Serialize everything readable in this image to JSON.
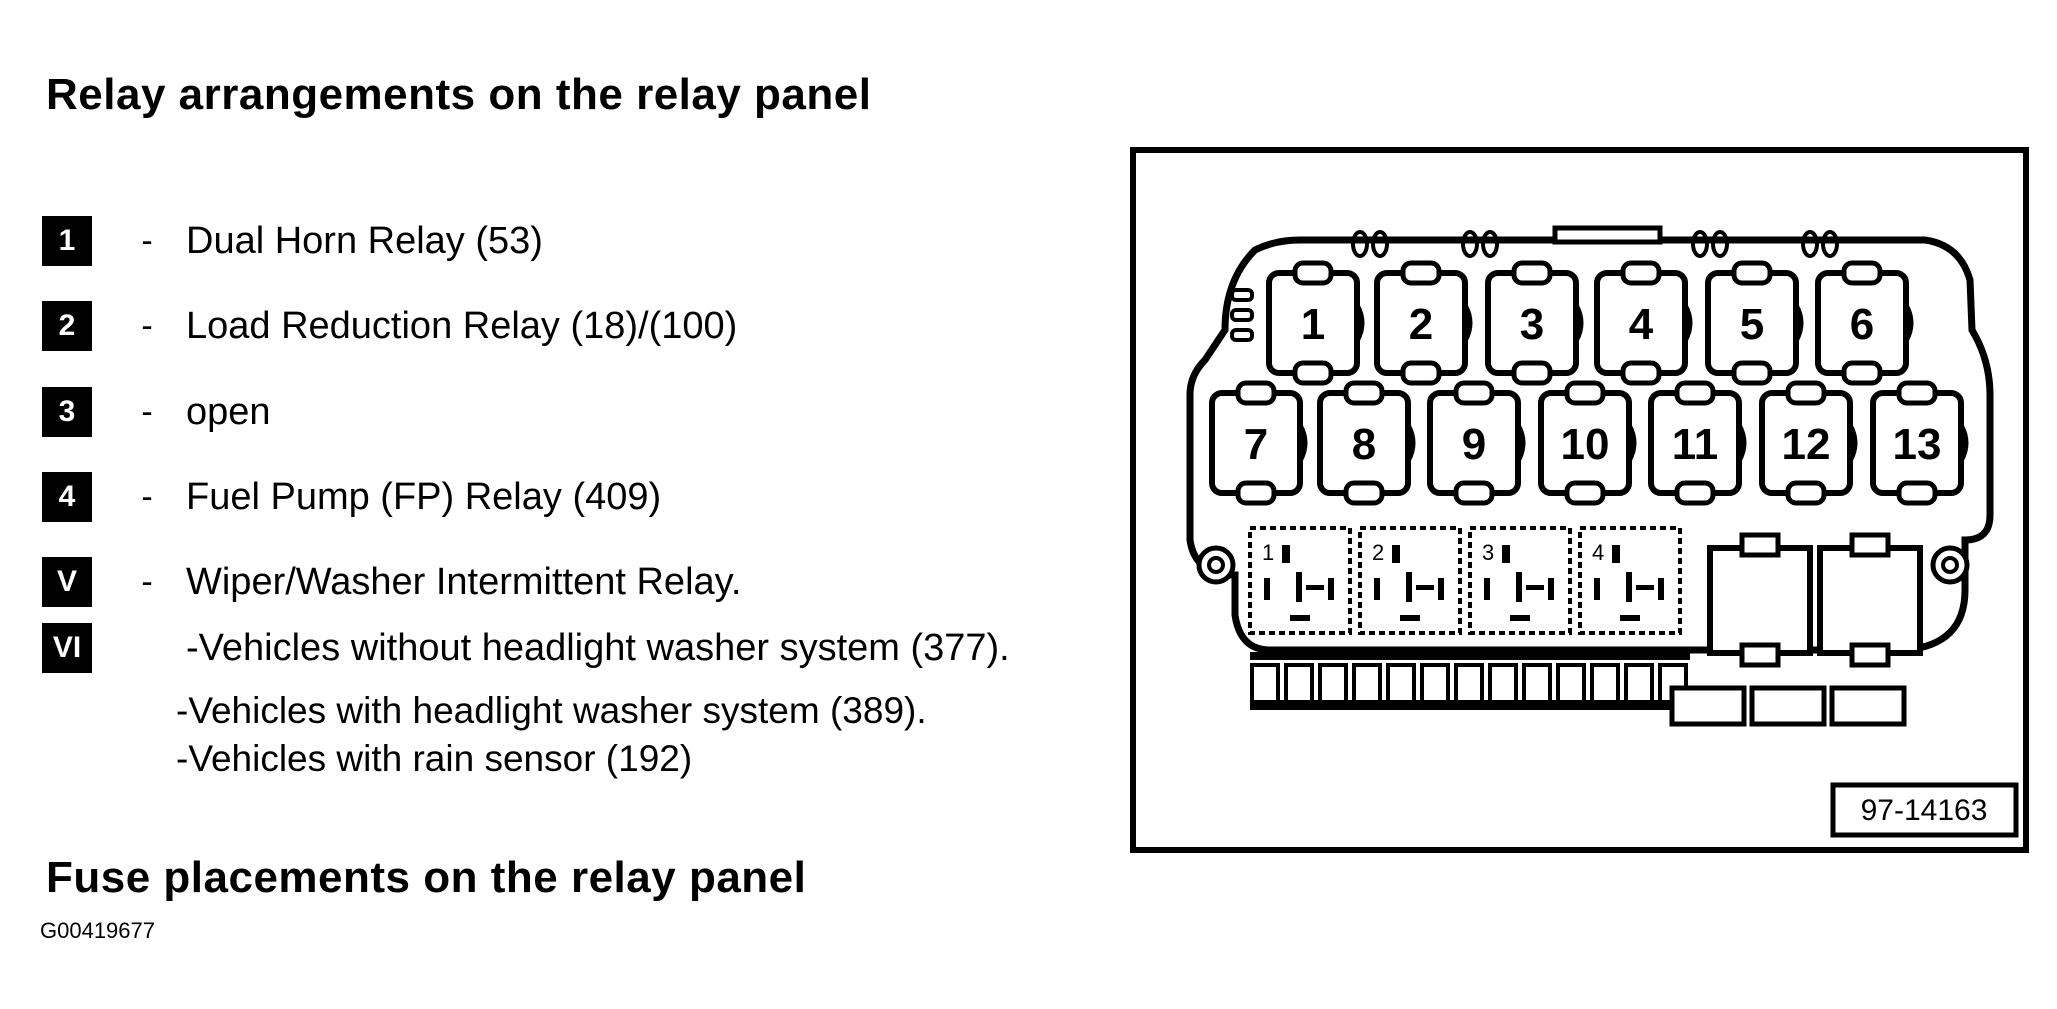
{
  "title_relay": "Relay arrangements on the relay panel",
  "title_fuse": "Fuse placements on the relay panel",
  "caption": "G00419677",
  "legend": [
    {
      "badge": "1",
      "dash": "-",
      "text": "Dual Horn Relay (53)"
    },
    {
      "badge": "2",
      "dash": "-",
      "text": "Load Reduction Relay (18)/(100)"
    },
    {
      "badge": "3",
      "dash": "-",
      "text": "open"
    },
    {
      "badge": "4",
      "dash": "-",
      "text": "Fuel Pump (FP) Relay (409)"
    },
    {
      "badge": "V",
      "dash": "-",
      "text": "Wiper/Washer Intermittent Relay."
    },
    {
      "badge": "VI",
      "dash": "",
      "text": "-Vehicles without headlight washer system (377)."
    }
  ],
  "sublines": [
    "-Vehicles with headlight washer system (389).",
    "-Vehicles with rain sensor (192)"
  ],
  "diagram": {
    "ref_number": "97-14163",
    "top_row_labels": [
      "1",
      "2",
      "3",
      "4",
      "5",
      "6"
    ],
    "bottom_row_labels": [
      "7",
      "8",
      "9",
      "10",
      "11",
      "12",
      "13"
    ],
    "lower_slot_labels": [
      "1",
      "2",
      "3",
      "4"
    ]
  }
}
